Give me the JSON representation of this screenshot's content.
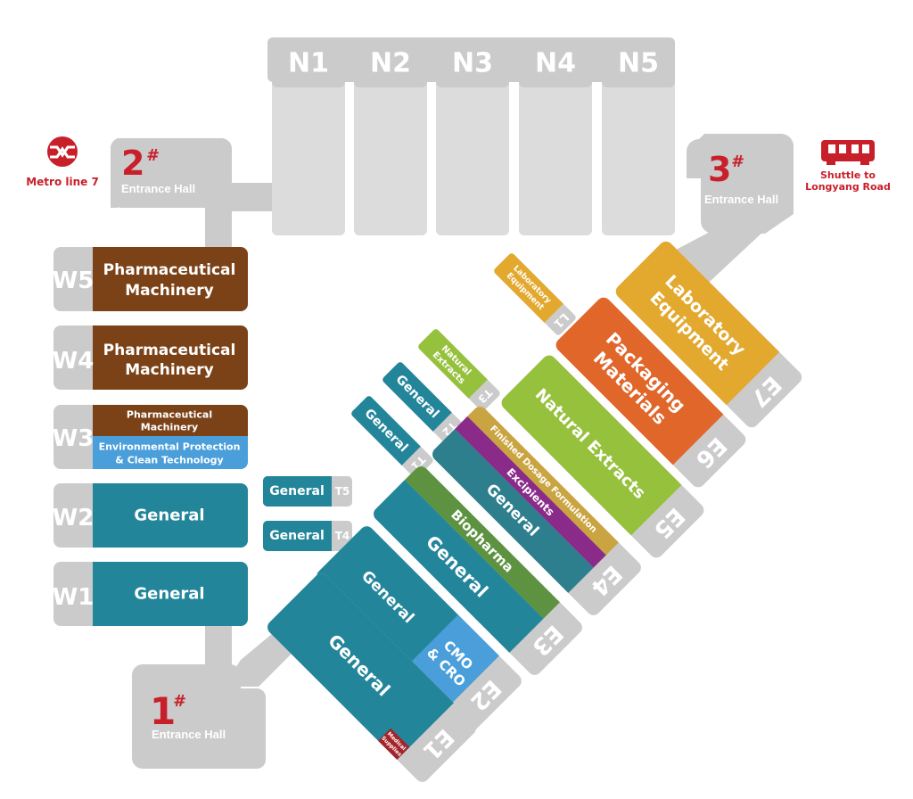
{
  "colors": {
    "gray": "#cbcbcb",
    "light_gray": "#dcdcdc",
    "brown": "#7b4218",
    "teal": "#23859a",
    "blue": "#4a9fdb",
    "green_light": "#96c13d",
    "green_dark": "#5d9340",
    "orange": "#e0662a",
    "gold": "#e3a92f",
    "purple": "#8a2b89",
    "tan": "#caa441",
    "teal_dark": "#2d7f8e",
    "red": "#c8202a",
    "dark_red": "#a4242a"
  },
  "north_halls": [
    "N1",
    "N2",
    "N3",
    "N4",
    "N5"
  ],
  "entrances": {
    "e1": {
      "number": "1",
      "mark": "#",
      "label": "Entrance Hall"
    },
    "e2": {
      "number": "2",
      "mark": "#",
      "label": "Entrance Hall"
    },
    "e3": {
      "number": "3",
      "mark": "#",
      "label": "Entrance Hall"
    }
  },
  "transport": {
    "metro": {
      "label": "Metro line 7",
      "icon": "metro-logo-icon"
    },
    "shuttle": {
      "line1": "Shuttle to",
      "line2": "Longyang Road",
      "icon": "train-icon"
    }
  },
  "west_halls": {
    "w5": {
      "code": "W5",
      "line1": "Pharmaceutical",
      "line2": "Machinery"
    },
    "w4": {
      "code": "W4",
      "line1": "Pharmaceutical",
      "line2": "Machinery"
    },
    "w3": {
      "code": "W3",
      "top1": "Pharmaceutical",
      "top2": "Machinery",
      "bottom1": "Environmental Protection",
      "bottom2": "& Clean Technology"
    },
    "w2": {
      "code": "W2",
      "label": "General"
    },
    "w1": {
      "code": "W1",
      "label": "General"
    }
  },
  "t_halls": {
    "t5": {
      "code": "T5",
      "label": "General"
    },
    "t4": {
      "code": "T4",
      "label": "General"
    },
    "t3": {
      "code": "T3",
      "line1": "Natural",
      "line2": "Extracts"
    },
    "t2": {
      "code": "T2",
      "label": "General"
    },
    "t1": {
      "code": "T1",
      "label": "General"
    },
    "l1": {
      "code": "L1",
      "line1": "Laboratory",
      "line2": "Equipment"
    }
  },
  "east_halls": {
    "e1": {
      "code": "E1",
      "label": "General",
      "tag1": "Medical",
      "tag2": "Supplies"
    },
    "e2": {
      "code": "E2",
      "label": "General",
      "sub1": "CMO",
      "sub2": "& CRO"
    },
    "e3": {
      "code": "E3",
      "top": "Biopharma",
      "bottom": "General"
    },
    "e4": {
      "code": "E4",
      "b1": "Finished Dosage Formulation",
      "b2": "Excipients",
      "b3": "General"
    },
    "e5": {
      "code": "E5",
      "label": "Natural Extracts"
    },
    "e6": {
      "code": "E6",
      "line1": "Packaging",
      "line2": "Materials"
    },
    "e7": {
      "code": "E7",
      "line1": "Laboratory",
      "line2": "Equipment"
    }
  }
}
